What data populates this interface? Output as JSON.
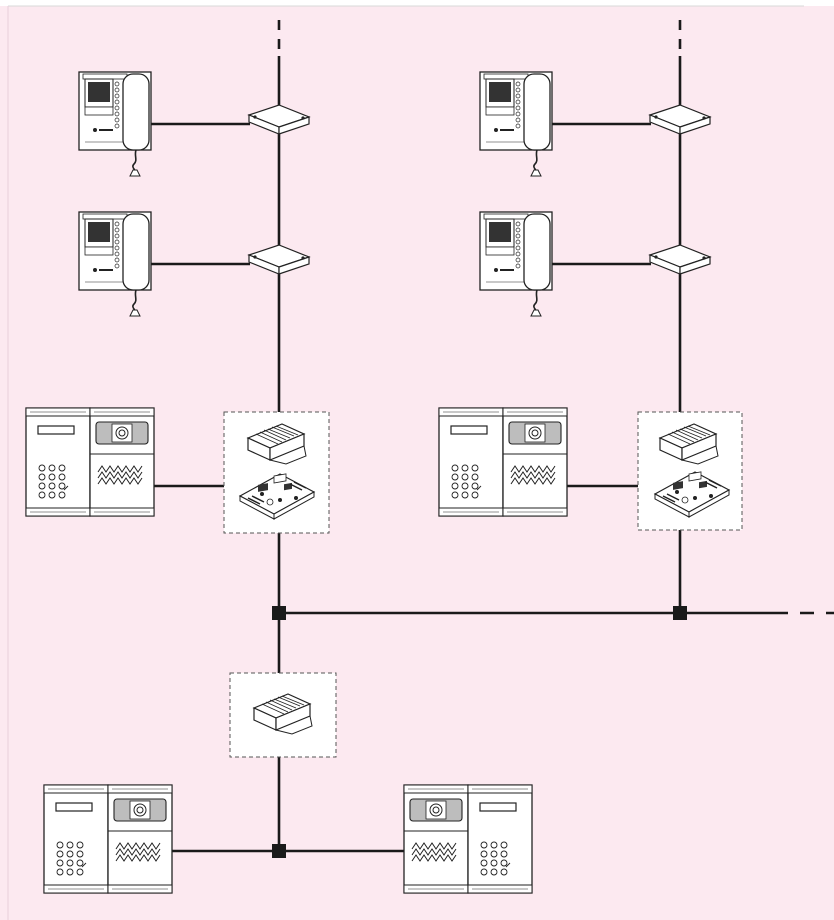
{
  "colors": {
    "background": "#fce9f0",
    "line": "#1a1a1a",
    "device_fill": "#ffffff",
    "device_stroke": "#2a2a2a",
    "top_border": "#d9d9d9"
  },
  "diagram": {
    "kind": "video-intercom-wiring-schematic",
    "risers": 2,
    "monitors_per_riser": 2,
    "entrance_panels_per_riser": 1,
    "main_entrance_panels": 2,
    "bus_continues_right": true
  }
}
